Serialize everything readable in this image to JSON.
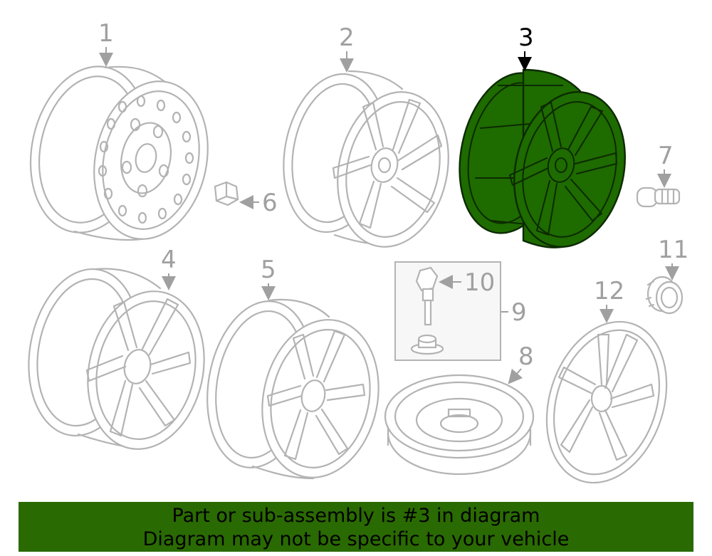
{
  "highlight_color": "#2a6a02",
  "active_part": "3",
  "callouts": {
    "c1": "1",
    "c2": "2",
    "c3": "3",
    "c4": "4",
    "c5": "5",
    "c6": "6",
    "c7": "7",
    "c8": "8",
    "c9": "9",
    "c10": "10",
    "c11": "11",
    "c12": "12"
  },
  "banner": {
    "line1": "Part or sub-assembly is #3 in diagram",
    "line2": "Diagram may not be specific to your vehicle"
  }
}
